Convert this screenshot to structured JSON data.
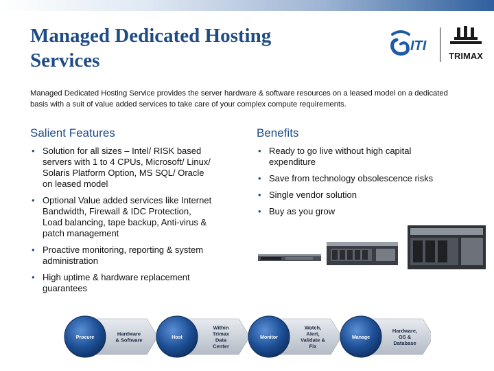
{
  "slide": {
    "title_line1": "Managed Dedicated Hosting",
    "title_line2": "Services",
    "intro": "Managed Dedicated Hosting Service provides the server hardware & software resources on a leased model on a dedicated basis with a suit of value added services to take care of your complex compute requirements."
  },
  "logos": {
    "iti_text": "ITI",
    "trimax_text": "TRIMAX"
  },
  "features": {
    "heading": "Salient Features",
    "items": [
      {
        "lines": [
          "Solution for all sizes –  Intel/ RISK based",
          "servers with 1 to 4 CPUs, Microsoft/ Linux/",
          "Solaris Platform Option, MS SQL/ Oracle",
          "on leased model"
        ]
      },
      {
        "lines": [
          "Optional Value added services like Internet",
          "Bandwidth, Firewall & IDC Protection,",
          "Load balancing, tape backup,  Anti-virus &",
          "patch management"
        ]
      },
      {
        "lines": [
          "Proactive monitoring, reporting & system",
          "administration"
        ]
      },
      {
        "lines": [
          "High uptime & hardware replacement",
          "guarantees"
        ]
      }
    ]
  },
  "benefits": {
    "heading": "Benefits",
    "items": [
      {
        "lines": [
          "Ready to go live without high capital",
          "expenditure"
        ]
      },
      {
        "lines": [
          "Save from technology obsolescence risks"
        ]
      },
      {
        "lines": [
          "Single vendor solution"
        ]
      },
      {
        "lines": [
          "Buy as you grow"
        ]
      }
    ]
  },
  "flow": {
    "steps": [
      {
        "circle": [
          "Procure"
        ],
        "arrow": [
          "Hardware",
          "& Software"
        ]
      },
      {
        "circle": [
          "Host"
        ],
        "arrow": [
          "Within",
          "Trimax",
          "Data",
          "Center"
        ]
      },
      {
        "circle": [
          "Monitor"
        ],
        "arrow": [
          "Watch,",
          "Alert,",
          "Validate &",
          "Fix"
        ]
      },
      {
        "circle": [
          "Manage"
        ],
        "arrow": [
          "Hardware,",
          "OS &",
          "Database"
        ]
      }
    ]
  },
  "colors": {
    "title": "#1f4c84",
    "circle": "#1d4f95",
    "arrow": "#c9cfd8"
  }
}
